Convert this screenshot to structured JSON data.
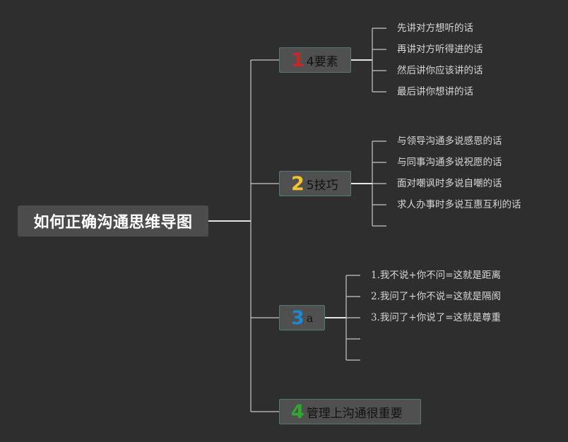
{
  "root": {
    "title": "如何正确沟通思维导图"
  },
  "colors": {
    "background": "#2e2e2e",
    "node_fill": "#505050",
    "node_border": "#4f7a72",
    "line": "#c8c8c8",
    "badge_1": "#c62828",
    "badge_2": "#f2c230",
    "badge_3": "#1e88d0",
    "badge_4": "#2ea82e"
  },
  "branches": [
    {
      "number": "1",
      "label": "4要素",
      "children": [
        "先讲对方想听的话",
        "再讲对方听得进的话",
        "然后讲你应该讲的话",
        "最后讲你想讲的话"
      ]
    },
    {
      "number": "2",
      "label": "5技巧",
      "children": [
        "与领导沟通多说感恩的话",
        "与同事沟通多说祝愿的话",
        "面对嘲讽时多说自嘲的话",
        "求人办事时多说互惠互利的话",
        ""
      ]
    },
    {
      "number": "3",
      "label": "a",
      "children": [
        "1.我不说+你不问=这就是距离",
        "2.我问了+你不说=这就是隔阂",
        "3.我问了+你说了=这就是尊重",
        "",
        ""
      ]
    },
    {
      "number": "4",
      "label": "管理上沟通很重要",
      "children": []
    }
  ]
}
